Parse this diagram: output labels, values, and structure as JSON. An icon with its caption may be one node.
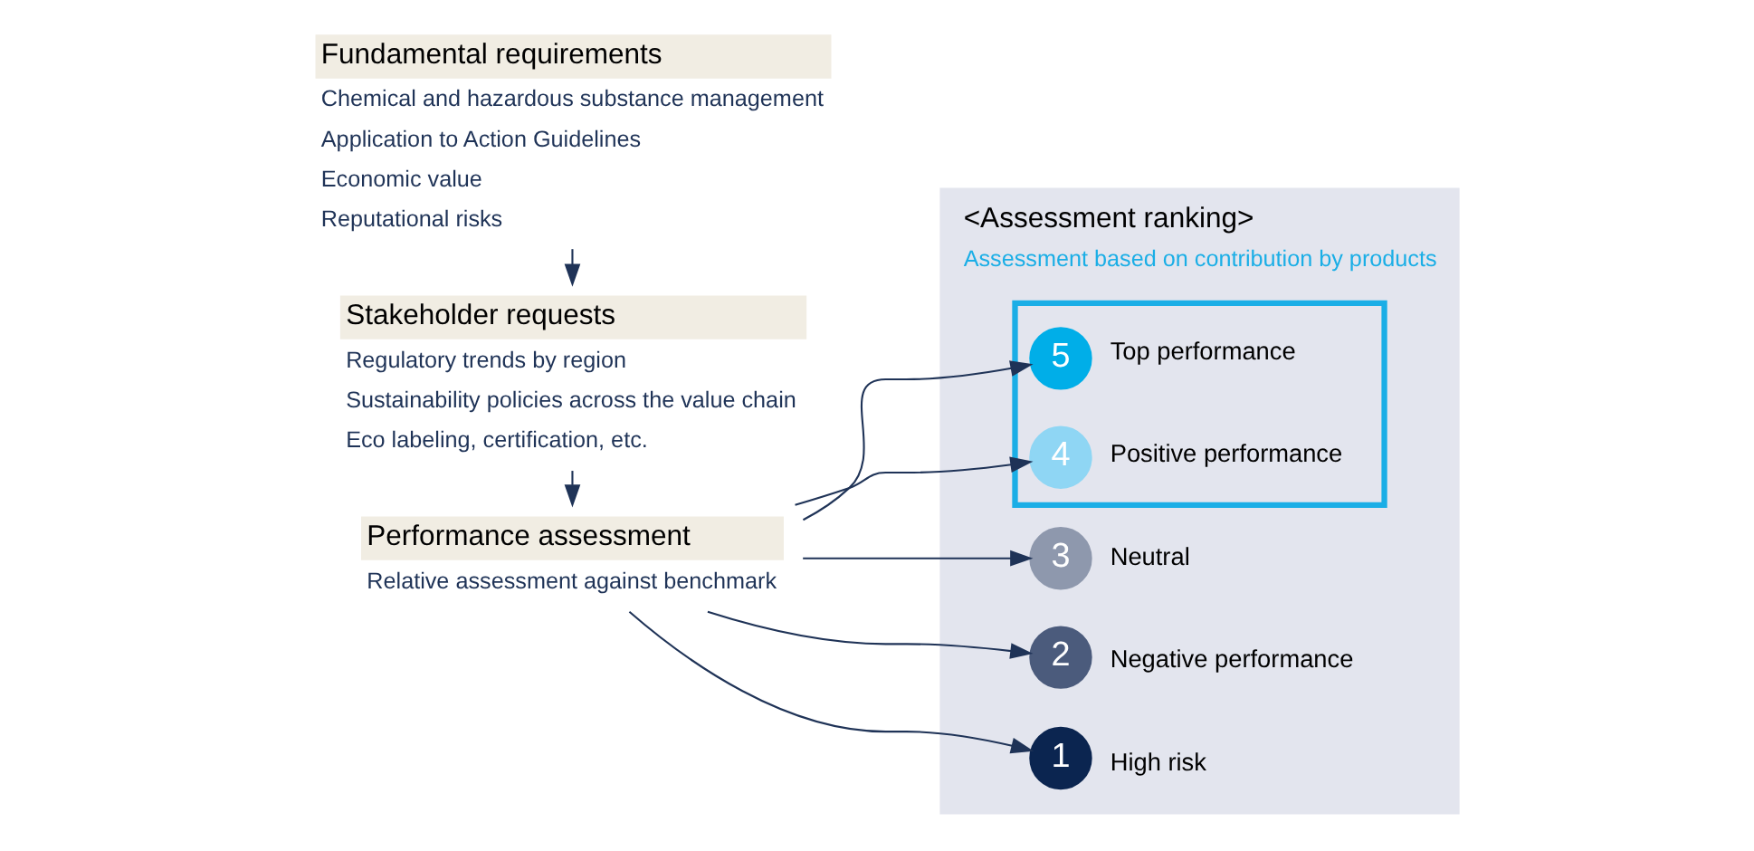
{
  "diagram": {
    "nodes": [
      {
        "text": [
          "Fundamental requirements",
          "Chemical and hazardous substance management",
          "Application to Action Guidelines",
          "Economic value",
          "Reputational risks"
        ]
      },
      {
        "text": [
          "Stakeholder requests",
          "Regulatory trends by region",
          "Sustainability policies across the value chain",
          "Eco labeling, certification, etc."
        ]
      },
      {
        "text": [
          "Performance assessment",
          "Relative assessment against benchmark"
        ]
      },
      {
        "text": [
          "<Assessment ranking>",
          "Assessment based on contribution by products"
        ]
      },
      {
        "text": [],
        "shape": "box",
        "in": 3
      },
      {
        "text": [
          "5"
        ],
        "beside": [
          "Top performance"
        ],
        "in": 4
      },
      {
        "text": [
          "4"
        ],
        "beside": [
          "Positive performance"
        ],
        "in": 4
      },
      {
        "text": [
          "3"
        ],
        "beside": [
          "Neutral"
        ],
        "in": 3
      },
      {
        "text": [
          "2"
        ],
        "beside": [
          "Negative performance"
        ],
        "in": 3
      },
      {
        "text": [
          "1"
        ],
        "beside": [
          "High risk"
        ],
        "in": 3
      }
    ],
    "edges": [
      {
        "from": 0,
        "to": 1,
        "arrow": "to"
      },
      {
        "from": 1,
        "to": 2,
        "arrow": "to"
      },
      {
        "from": 2,
        "to": 5,
        "arrow": "to"
      },
      {
        "from": 2,
        "to": 6,
        "arrow": "to"
      },
      {
        "from": 2,
        "to": 7,
        "arrow": "to"
      },
      {
        "from": 2,
        "to": 8,
        "arrow": "to"
      },
      {
        "from": 2,
        "to": 9,
        "arrow": "to"
      }
    ]
  }
}
